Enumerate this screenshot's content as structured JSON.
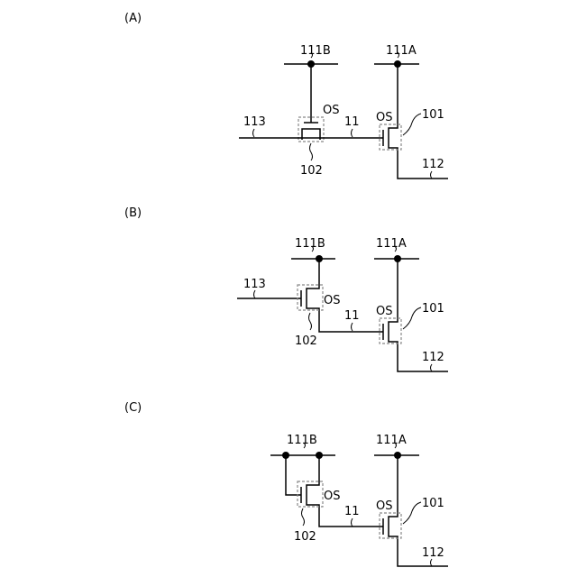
{
  "panels": {
    "a": {
      "label": "(A)",
      "line_111B": "111B",
      "line_111A": "111A",
      "line_113": "113",
      "node_11": "11",
      "os_102": "OS",
      "os_101": "OS",
      "tr_102": "102",
      "tr_101": "101",
      "line_112": "112"
    },
    "b": {
      "label": "(B)",
      "line_111B": "111B",
      "line_111A": "111A",
      "line_113": "113",
      "node_11": "11",
      "os_102": "OS",
      "os_101": "OS",
      "tr_102": "102",
      "tr_101": "101",
      "line_112": "112"
    },
    "c": {
      "label": "(C)",
      "line_111B": "111B",
      "line_111A": "111A",
      "node_11": "11",
      "os_102": "OS",
      "os_101": "OS",
      "tr_102": "102",
      "tr_101": "101",
      "line_112": "112"
    }
  }
}
